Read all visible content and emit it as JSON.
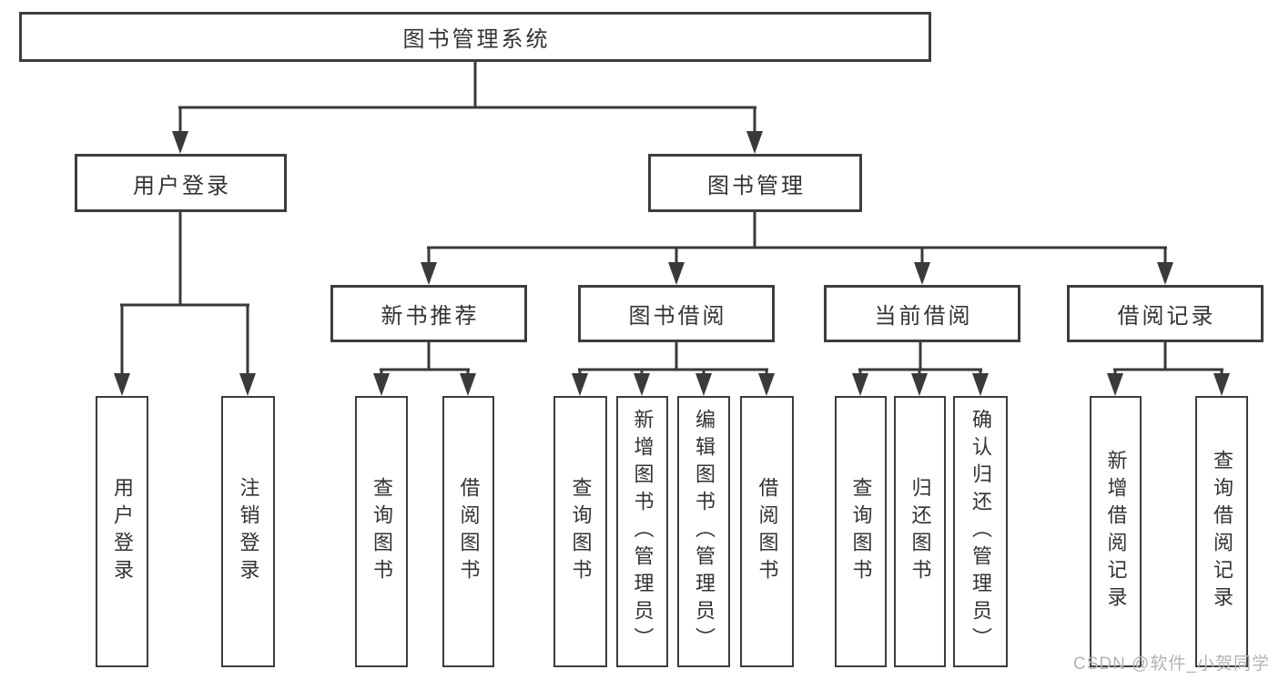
{
  "diagram": {
    "title": "图书管理系统",
    "root": {
      "label": "图书管理系统",
      "children": [
        {
          "label": "用户登录",
          "children": [
            {
              "label": "用户登录"
            },
            {
              "label": "注销登录"
            }
          ]
        },
        {
          "label": "图书管理",
          "children": [
            {
              "label": "新书推荐",
              "children": [
                {
                  "label": "查询图书"
                },
                {
                  "label": "借阅图书"
                }
              ]
            },
            {
              "label": "图书借阅",
              "children": [
                {
                  "label": "查询图书"
                },
                {
                  "label": "新增图书（管理员）"
                },
                {
                  "label": "编辑图书（管理员）"
                },
                {
                  "label": "借阅图书"
                }
              ]
            },
            {
              "label": "当前借阅",
              "children": [
                {
                  "label": "查询图书"
                },
                {
                  "label": "归还图书"
                },
                {
                  "label": "确认归还（管理员）"
                }
              ]
            },
            {
              "label": "借阅记录",
              "children": [
                {
                  "label": "新增借阅记录"
                },
                {
                  "label": "查询借阅记录"
                }
              ]
            }
          ]
        }
      ]
    }
  },
  "watermark": {
    "text": "CSDN @软件_小贺同学"
  },
  "colors": {
    "line": "#3a3a3a",
    "border": "#3d3d3d",
    "text": "#333333",
    "watermark": "#b3b3b3",
    "background": "#ffffff"
  }
}
